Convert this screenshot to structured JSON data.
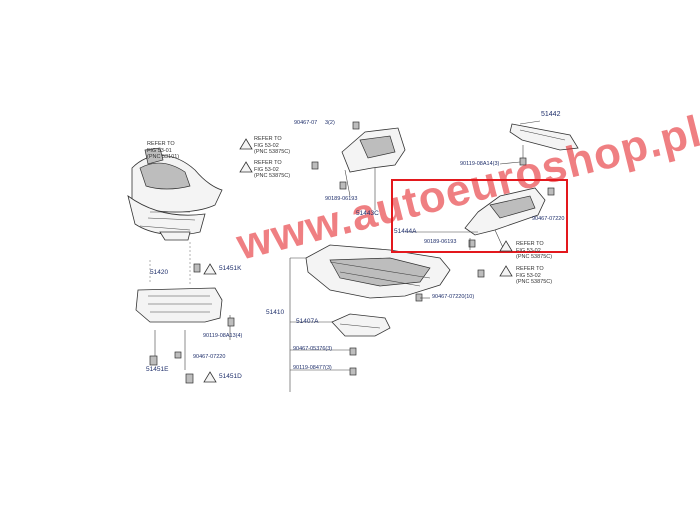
{
  "labels": {
    "p51442": "51442",
    "p90119_08A14": "90119-08A14(3)",
    "p90467_07_top": "90467-07",
    "p90467_07_suffix": "3(2)",
    "p90189_06193_top": "90189-06193",
    "p51443c": "51443C",
    "p51444a": "51444A",
    "p90189_06193_mid": "90189-06193",
    "p90467_07220_red": "90467-07220",
    "p51420": "51420",
    "p51451k": "51451K",
    "p90119_08A13": "90119-08A13(4)",
    "p90467_07220_left": "90467-07220",
    "p51451e": "51451E",
    "p51451d": "51451D",
    "p51410": "51410",
    "p51407a": "51407A",
    "p90467_05376": "90467-05376(3)",
    "p90119_08477": "90119-08477(3)",
    "p90467_07220_10": "90467-07220(10)"
  },
  "refs": {
    "ref_5301": "REFER TO\nFIG 53-01\n(PNC 53101)",
    "ref_5302_a": "REFER TO\nFIG 53-02\n(PNC 53875C)",
    "ref_5302_b": "REFER TO\nFIG 53-02\n(PNC 53875C)",
    "ref_5302_c": "REFER TO\nFIG 53-02\n(PNC 53875C)",
    "ref_5302_d": "REFER TO\nFIG 53-02\n(PNC 53875C)"
  },
  "watermark": "www.autoeuroshop.pl",
  "colors": {
    "highlight_box": "#e3181d",
    "label_text": "#1f2f6b",
    "watermark": "#e3181d"
  }
}
